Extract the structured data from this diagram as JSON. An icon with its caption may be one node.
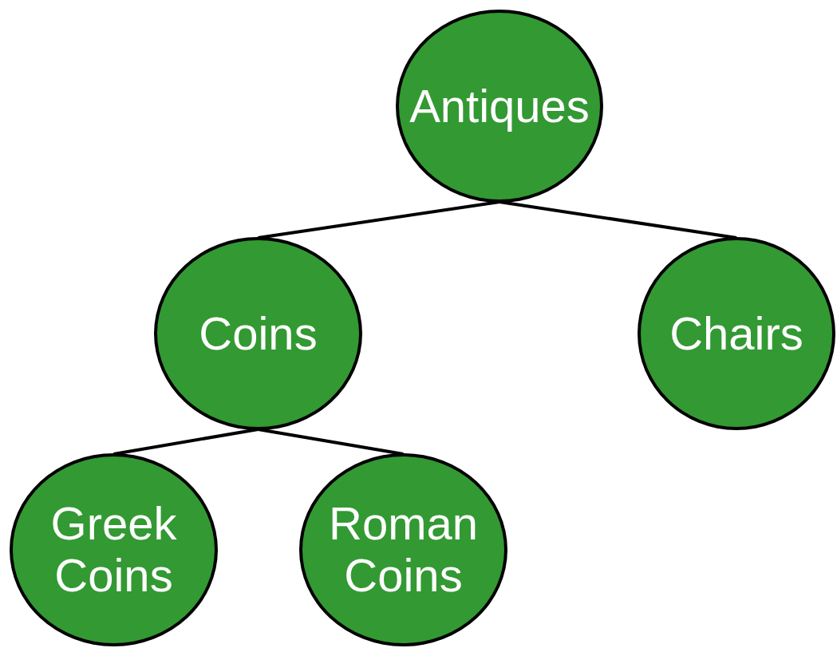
{
  "diagram": {
    "nodes": [
      {
        "text": [
          "Antiques"
        ]
      },
      {
        "text": [
          "Coins"
        ]
      },
      {
        "text": [
          "Chairs"
        ]
      },
      {
        "text": [
          "Greek Coins"
        ]
      },
      {
        "text": [
          "Roman Coins"
        ]
      }
    ],
    "edges": [
      {
        "from": 0,
        "to": 1,
        "arrow": "none"
      },
      {
        "from": 0,
        "to": 2,
        "arrow": "none"
      },
      {
        "from": 1,
        "to": 3,
        "arrow": "none"
      },
      {
        "from": 1,
        "to": 4,
        "arrow": "none"
      }
    ]
  }
}
